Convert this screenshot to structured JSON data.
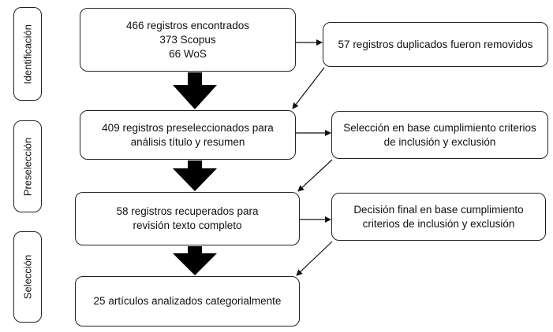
{
  "stages": [
    {
      "id": "identificacion",
      "label": "Identificación"
    },
    {
      "id": "preseleccion",
      "label": "Preselección"
    },
    {
      "id": "seleccion",
      "label": "Selección"
    }
  ],
  "main_flow": [
    {
      "id": "found",
      "lines": [
        "466 registros encontrados",
        "373 Scopus",
        "66 WoS"
      ]
    },
    {
      "id": "preselected",
      "lines": [
        "409 registros preseleccionados para",
        "análisis título y resumen"
      ]
    },
    {
      "id": "recovered",
      "lines": [
        "58 registros recuperados para",
        "revisión texto completo"
      ]
    },
    {
      "id": "analyzed",
      "lines": [
        "25 artículos analizados categorialmente"
      ]
    }
  ],
  "side_notes": [
    {
      "id": "duplicates",
      "lines": [
        "57 registros duplicados fueron removidos"
      ]
    },
    {
      "id": "criteria",
      "lines": [
        "Selección en base cumplimiento criterios",
        "de inclusión y exclusión"
      ]
    },
    {
      "id": "final",
      "lines": [
        "Decisión final en base cumplimiento",
        "criterios de inclusión y exclusión"
      ]
    }
  ]
}
